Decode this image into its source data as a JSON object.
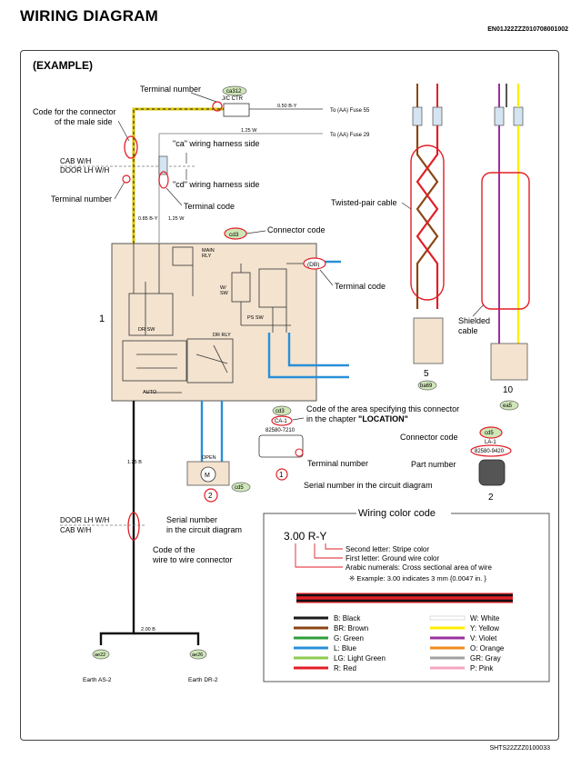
{
  "header": {
    "title": "WIRING DIAGRAM",
    "doc_code": "EN01J22ZZZ010708001002",
    "footer_code": "SHTS22ZZZ0100033"
  },
  "example_label": "(EXAMPLE)",
  "callouts": {
    "terminal_number_top": "Terminal number",
    "ca312": "ca312",
    "jc_ctr": "J/C CTR",
    "male_connector_1": "Code for the connector",
    "male_connector_2": "of the male side",
    "cab_wh": "CAB W/H",
    "door_lh_wh": "DOOR LH W/H",
    "ca_side": "\"ca\" wiring harness side",
    "cd_side": "\"cd\" wiring harness side",
    "terminal_number_left": "Terminal number",
    "terminal_code": "Terminal code",
    "connector_code": "Connector code",
    "cd3_badge": "cd3",
    "terminal_code_2": "Terminal code",
    "db_badge": "(DB)",
    "twisted_pair": "Twisted-pair cable",
    "shielded_1": "Shielded",
    "shielded_2": "cable",
    "location_1": "Code of the area specifying this connector",
    "location_2a": "in the chapter ",
    "location_2b": "\"LOCATION\"",
    "cd3_small": "cd3",
    "ca1": "CA-1",
    "part_82580": "82580-7210",
    "terminal_number_mid": "Terminal number",
    "serial_circuit": "Serial number in the circuit diagram",
    "connector_code_right": "Connector code",
    "cd5_right": "cd5",
    "la1": "LA-1",
    "part_number": "Part number",
    "part_82580_9420": "82580-9420",
    "serial_number_1": "Serial number",
    "serial_number_2": "in the circuit diagram",
    "wire_to_wire_1": "Code of the",
    "wire_to_wire_2": "wire to wire connector",
    "door_lh_wh_2": "DOOR LH W/H",
    "cab_wh_2": "CAB W/H",
    "earth_as2": "Earth AS-2",
    "earth_dr2": "Earth DR-2",
    "ae22": "ae22",
    "ae26": "ae26",
    "num_1": "1",
    "num_2": "2",
    "num_5": "5",
    "num_10": "10",
    "ba69": "ba69",
    "ea5": "ea5",
    "cd5": "cd5",
    "to_fuse_55": "To (AA) Fuse 55",
    "to_fuse_29": "To (AA) Fuse 29",
    "main_rly": "MAIN\nRLY",
    "ps_sw": "PS SW",
    "dr_sw": "DR SW",
    "dr_rly": "DR RLY",
    "auto": "AUTO",
    "open": "OPEN",
    "w_sw": "W/\nSW"
  },
  "wiring_color_code": {
    "heading": "Wiring color code",
    "example": "3.00 R-Y",
    "second_letter": "Second letter: Stripe color",
    "first_letter": "First letter: Ground wire color",
    "arabic": "Arabic numerals: Cross sectional area of wire",
    "example_note": "※ Example: 3.00 indicates 3 mm  {0.0047 in. }",
    "colors": [
      {
        "code": "B: Black",
        "hex": "#1a1a1a"
      },
      {
        "code": "W: White",
        "hex": "#ffffff"
      },
      {
        "code": "BR: Brown",
        "hex": "#8b4513"
      },
      {
        "code": "Y: Yellow",
        "hex": "#ffee00"
      },
      {
        "code": "G: Green",
        "hex": "#2e9e3a"
      },
      {
        "code": "V: Violet",
        "hex": "#9b2fa0"
      },
      {
        "code": "L: Blue",
        "hex": "#2a8fd8"
      },
      {
        "code": "O: Orange",
        "hex": "#f28b1e"
      },
      {
        "code": "LG: Light Green",
        "hex": "#8ecb52"
      },
      {
        "code": "GR: Gray",
        "hex": "#a0a0a0"
      },
      {
        "code": "R: Red",
        "hex": "#e21e26"
      },
      {
        "code": "P: Pink",
        "hex": "#f5a6c0"
      }
    ]
  },
  "accent": {
    "red": "#e21e26",
    "green_badge": "#cfe6b8"
  }
}
